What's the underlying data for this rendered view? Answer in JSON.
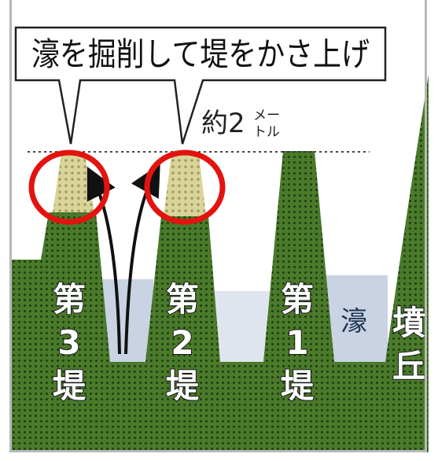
{
  "callout": {
    "title": "濠を掘削して堤をかさ上げ"
  },
  "annotation": {
    "height_main": "約2",
    "height_sup": "メー",
    "height_sub": "トル"
  },
  "labels": {
    "dike3": [
      "第",
      "3",
      "堤"
    ],
    "dike2": [
      "第",
      "2",
      "堤"
    ],
    "dike1": [
      "第",
      "1",
      "堤"
    ],
    "moat": "濠",
    "mound": [
      "墳",
      "丘"
    ]
  },
  "colors": {
    "ground": "#4a7a2a",
    "ground_dot": "#1f3d12",
    "fill_soil": "#d8d49a",
    "fill_dot": "#a39c5c",
    "water": "#c9d3e3",
    "highlight": "#e3130f",
    "text_outline": "#1a1a1a"
  }
}
